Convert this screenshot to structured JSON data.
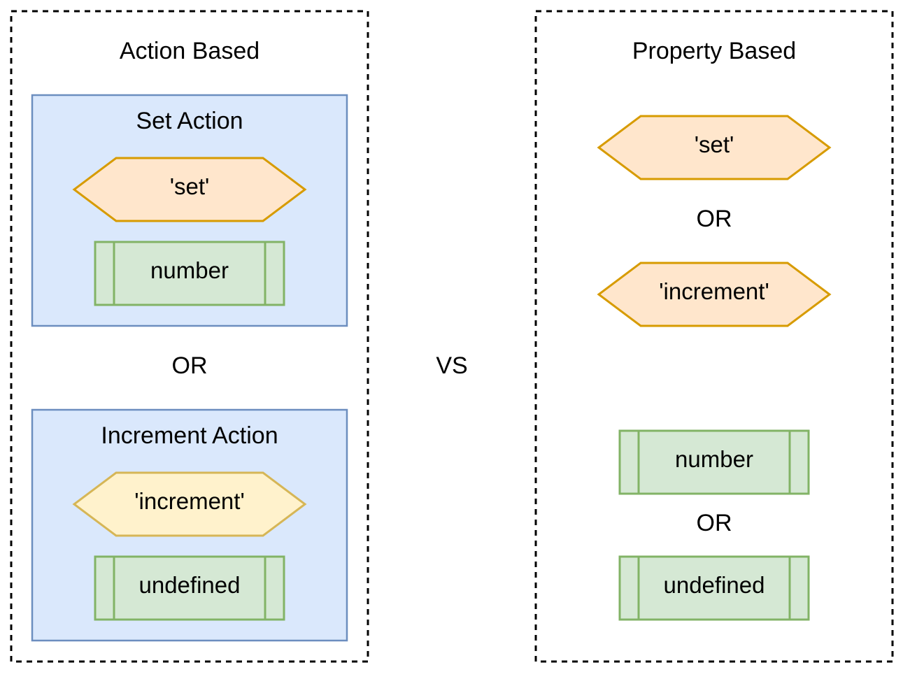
{
  "colors": {
    "dashed_border": "#000000",
    "group_fill": "#dae8fc",
    "group_stroke": "#6c8ebf",
    "hexagon_fill": "#ffe6cc",
    "hexagon_stroke": "#d79b00",
    "hexagon_light_fill": "#fff2cc",
    "hexagon_light_stroke": "#d6b656",
    "process_fill": "#d5e8d4",
    "process_stroke": "#82b366"
  },
  "action_based": {
    "title": "Action Based",
    "set_action": {
      "title": "Set Action",
      "type_literal": "'set'",
      "payload": "number"
    },
    "or_label": "OR",
    "increment_action": {
      "title": "Increment Action",
      "type_literal": "'increment'",
      "payload": "undefined"
    }
  },
  "vs_label": "VS",
  "property_based": {
    "title": "Property Based",
    "type_option_1": "'set'",
    "type_or_label": "OR",
    "type_option_2": "'increment'",
    "payload_option_1": "number",
    "payload_or_label": "OR",
    "payload_option_2": "undefined"
  }
}
